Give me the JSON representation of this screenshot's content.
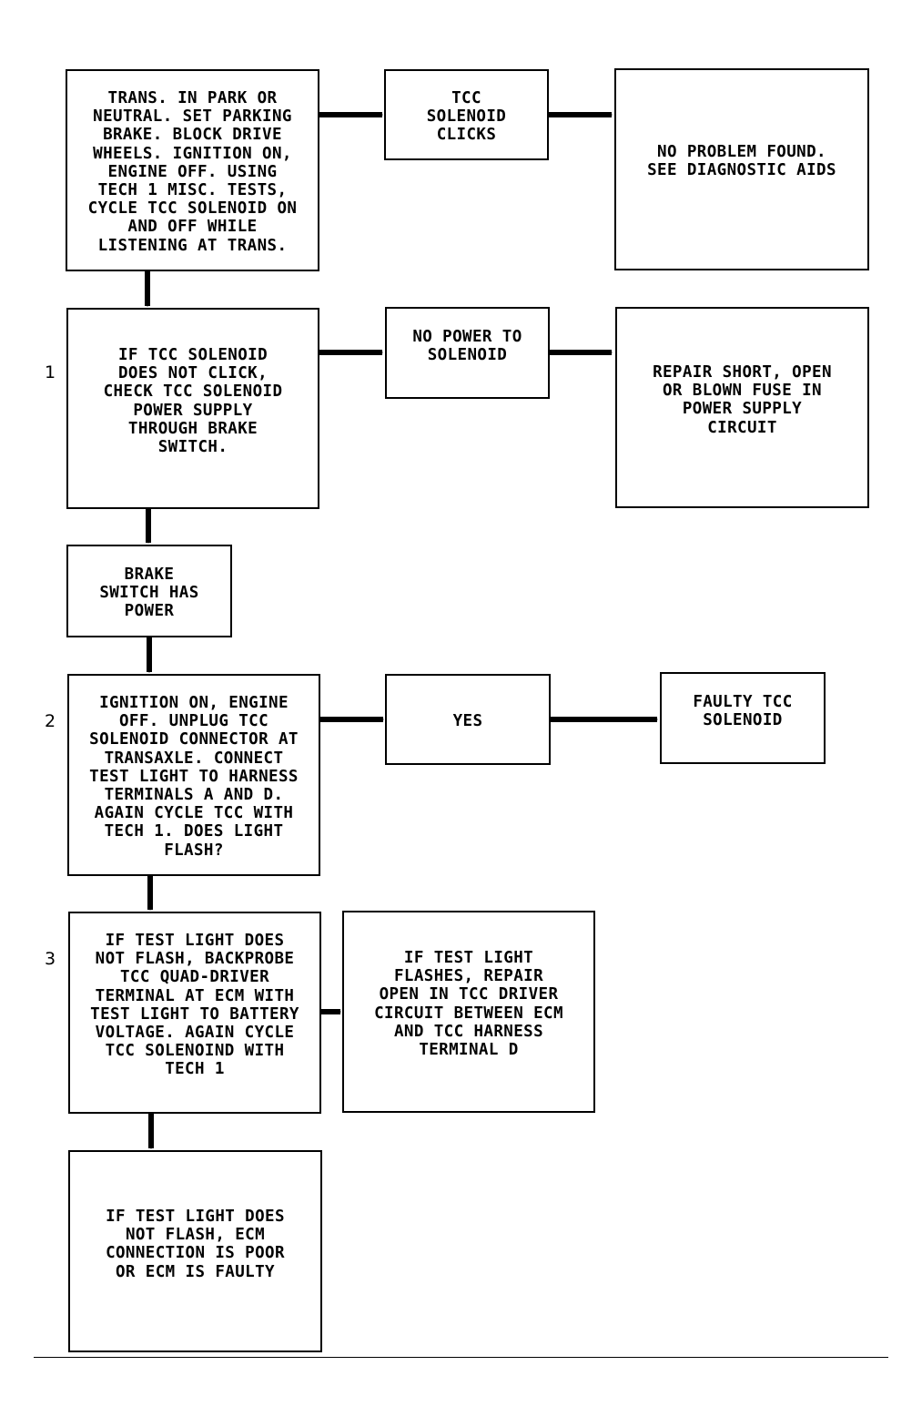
{
  "boxes": {
    "start": "TRANS. IN PARK OR\nNEUTRAL. SET PARKING\nBRAKE. BLOCK DRIVE\nWHEELS. IGNITION ON,\nENGINE OFF. USING\nTECH 1 MISC. TESTS,\nCYCLE TCC SOLENOID ON\nAND OFF WHILE\nLISTENING AT TRANS.",
    "tcc_clicks": "TCC\nSOLENOID\nCLICKS",
    "no_problem": "NO PROBLEM FOUND.\nSEE DIAGNOSTIC AIDS",
    "step1": "IF TCC SOLENOID\nDOES NOT CLICK,\nCHECK TCC SOLENOID\nPOWER SUPPLY\nTHROUGH BRAKE\nSWITCH.",
    "no_power": "NO POWER TO\nSOLENOID",
    "repair_short": "REPAIR SHORT, OPEN\nOR BLOWN FUSE IN\nPOWER SUPPLY\nCIRCUIT",
    "brake_power": "BRAKE\nSWITCH HAS\nPOWER",
    "step2": "IGNITION ON, ENGINE\nOFF. UNPLUG TCC\nSOLENOID CONNECTOR AT\nTRANSAXLE. CONNECT\nTEST LIGHT TO HARNESS\nTERMINALS A AND D.\nAGAIN CYCLE TCC WITH\nTECH 1. DOES LIGHT\nFLASH?",
    "yes": "YES",
    "faulty_tcc": "FAULTY TCC\nSOLENOID",
    "step3": "IF TEST LIGHT DOES\nNOT FLASH, BACKPROBE\nTCC QUAD-DRIVER\nTERMINAL AT ECM WITH\nTEST LIGHT TO BATTERY\nVOLTAGE. AGAIN CYCLE\nTCC SOLENOIND WITH\nTECH 1",
    "repair_open": "IF TEST LIGHT\nFLASHES, REPAIR\nOPEN IN TCC DRIVER\nCIRCUIT BETWEEN ECM\nAND TCC HARNESS\nTERMINAL D",
    "ecm_faulty": "IF TEST LIGHT DOES\nNOT FLASH, ECM\nCONNECTION IS POOR\nOR ECM IS FAULTY"
  },
  "step_numbers": {
    "one": "1",
    "two": "2",
    "three": "3"
  }
}
